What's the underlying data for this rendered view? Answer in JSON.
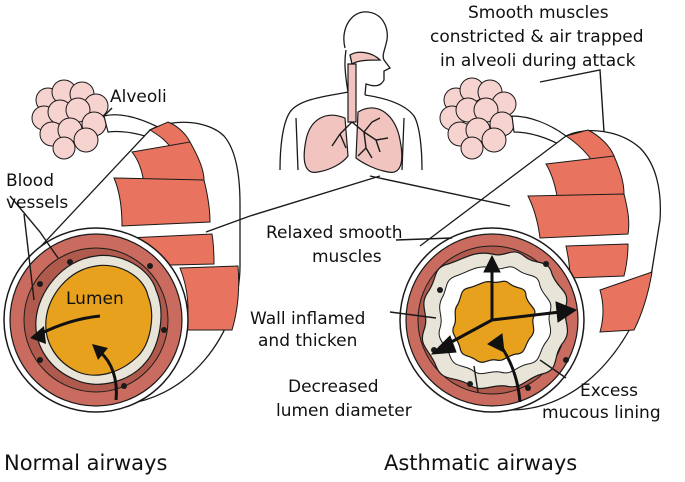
{
  "labels": {
    "alveoli": "Alveoli",
    "blood_vessels_line1": "Blood",
    "blood_vessels_line2": "vessels",
    "lumen": "Lumen",
    "relaxed_line1": "Relaxed smooth",
    "relaxed_line2": "muscles",
    "constricted_line1": "Smooth muscles",
    "constricted_line2": "constricted & air trapped",
    "constricted_line3": "in alveoli during attack",
    "wall_line1": "Wall inflamed",
    "wall_line2": "and thicken",
    "decreased_line1": "Decreased",
    "decreased_line2": "lumen diameter",
    "excess_line1": "Excess",
    "excess_line2": "mucous lining",
    "normal_title": "Normal airways",
    "asthmatic_title": "Asthmatic airways"
  },
  "colors": {
    "muscle_band": "#e8735f",
    "airway_wall": "#c96b5e",
    "lumen_fill": "#e8a11c",
    "mucosa": "#e9e4d8",
    "lung_fill": "#f1c4c0",
    "alveoli_fill": "#f7d3cf",
    "outline": "#1a1a1a"
  }
}
